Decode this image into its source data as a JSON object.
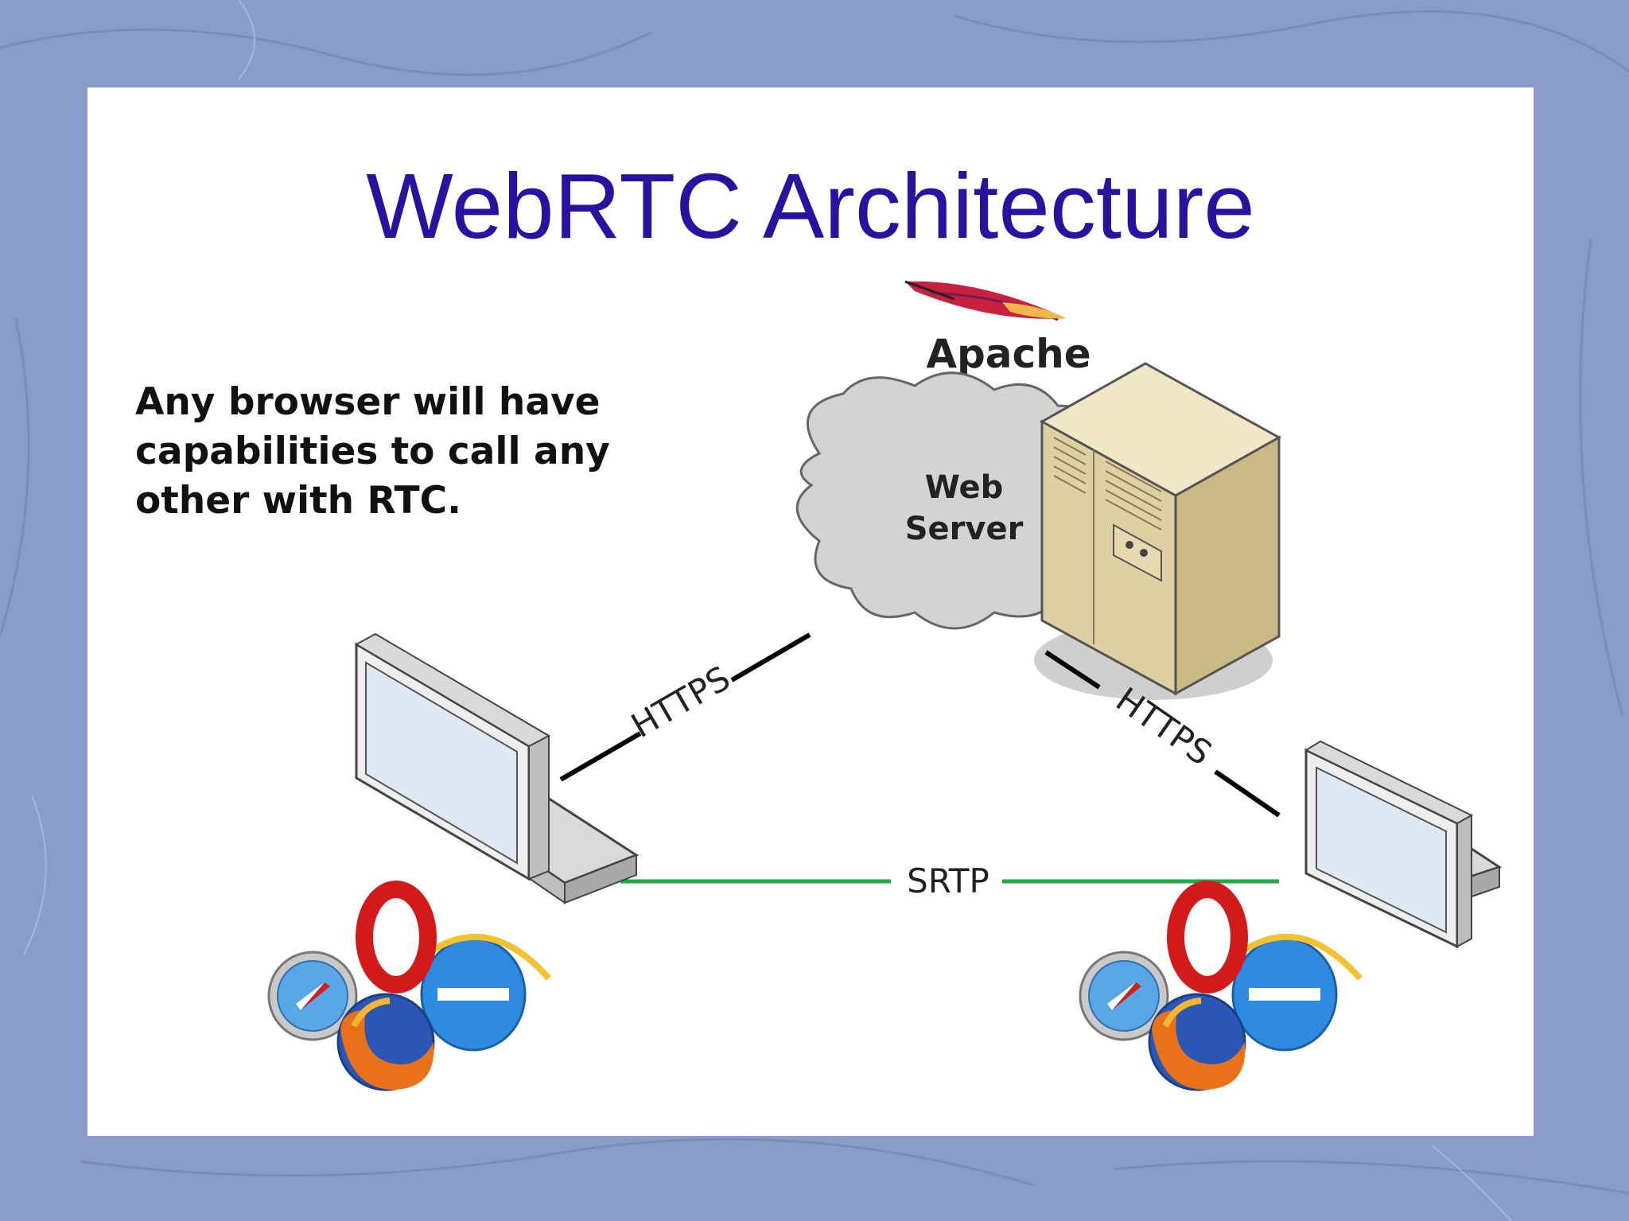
{
  "slide": {
    "title": "WebRTC Architecture",
    "caption": "Any browser will have capabilities to call any other with RTC."
  },
  "diagram": {
    "server_brand": "Apache",
    "cloud_label_line1": "Web",
    "cloud_label_line2": "Server",
    "links": {
      "left_https": "HTTPS",
      "right_https": "HTTPS",
      "peer": "SRTP"
    },
    "colors": {
      "title": "#2a12a0",
      "srtp_line": "#22aa4a",
      "https_line": "#000000",
      "server_body": "#e6d9b0"
    },
    "icons": [
      "apache-feather-icon",
      "cloud-icon",
      "server-tower-icon",
      "monitor-icon",
      "safari-icon",
      "opera-icon",
      "firefox-icon",
      "ie-icon"
    ]
  }
}
